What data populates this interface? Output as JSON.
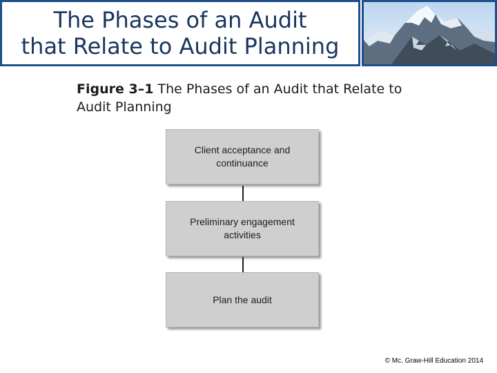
{
  "slide": {
    "title_line_1": "The Phases of an Audit",
    "title_line_2": "that Relate to Audit Planning",
    "caption_label": "Figure 3–1",
    "caption_text": "The Phases of an Audit that Relate to Audit Planning",
    "copyright": "© Mc. Graw-Hill Education 2014"
  },
  "phases": [
    {
      "label": "Client acceptance and continuance"
    },
    {
      "label": "Preliminary engagement activities"
    },
    {
      "label": "Plan the audit"
    }
  ],
  "colors": {
    "title_border": "#1f4e8c",
    "title_text": "#17365d",
    "box_fill": "#cfcfcf"
  }
}
